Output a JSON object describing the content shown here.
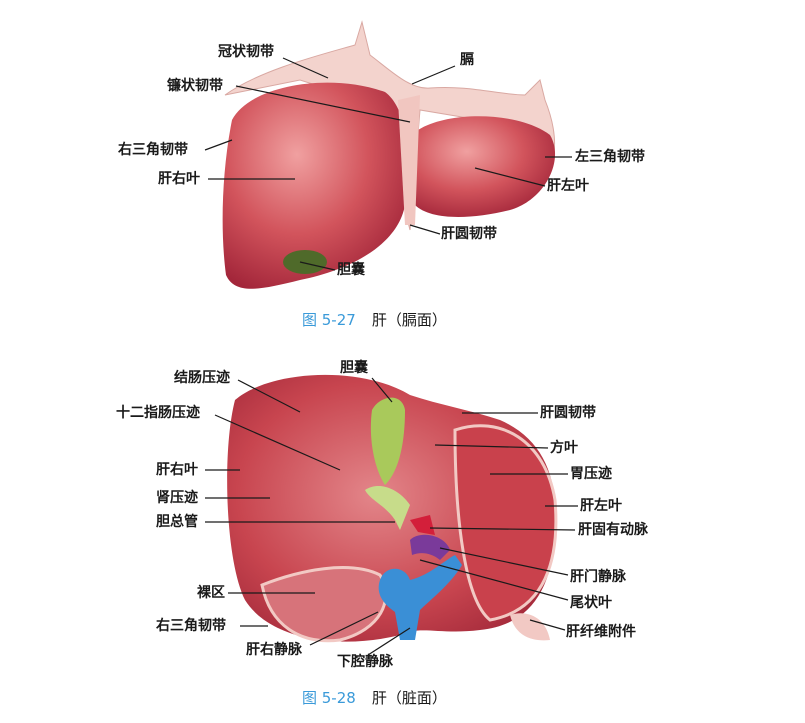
{
  "figure_top": {
    "caption_number": "图 5-27",
    "caption_text": "肝（膈面）",
    "labels": [
      "冠状韧带",
      "镰状韧带",
      "膈",
      "右三角韧带",
      "肝右叶",
      "左三角韧带",
      "肝左叶",
      "肝圆韧带",
      "胆囊"
    ]
  },
  "figure_bottom": {
    "caption_number": "图 5-28",
    "caption_text": "肝（脏面）",
    "labels": [
      "胆囊",
      "结肠压迹",
      "十二指肠压迹",
      "肝圆韧带",
      "方叶",
      "肝右叶",
      "胃压迹",
      "肾压迹",
      "肝左叶",
      "胆总管",
      "肝固有动脉",
      "肝门静脉",
      "裸区",
      "尾状叶",
      "右三角韧带",
      "肝纤维附件",
      "肝右静脉",
      "下腔静脉"
    ]
  },
  "colors": {
    "liver": "#c8454f",
    "ligament": "#f2c9c4",
    "gallbladder": "#a8c95a",
    "portal_vein": "#7a3a9a",
    "ivc": "#3a8fd6",
    "caption_accent": "#3a9ad9"
  }
}
